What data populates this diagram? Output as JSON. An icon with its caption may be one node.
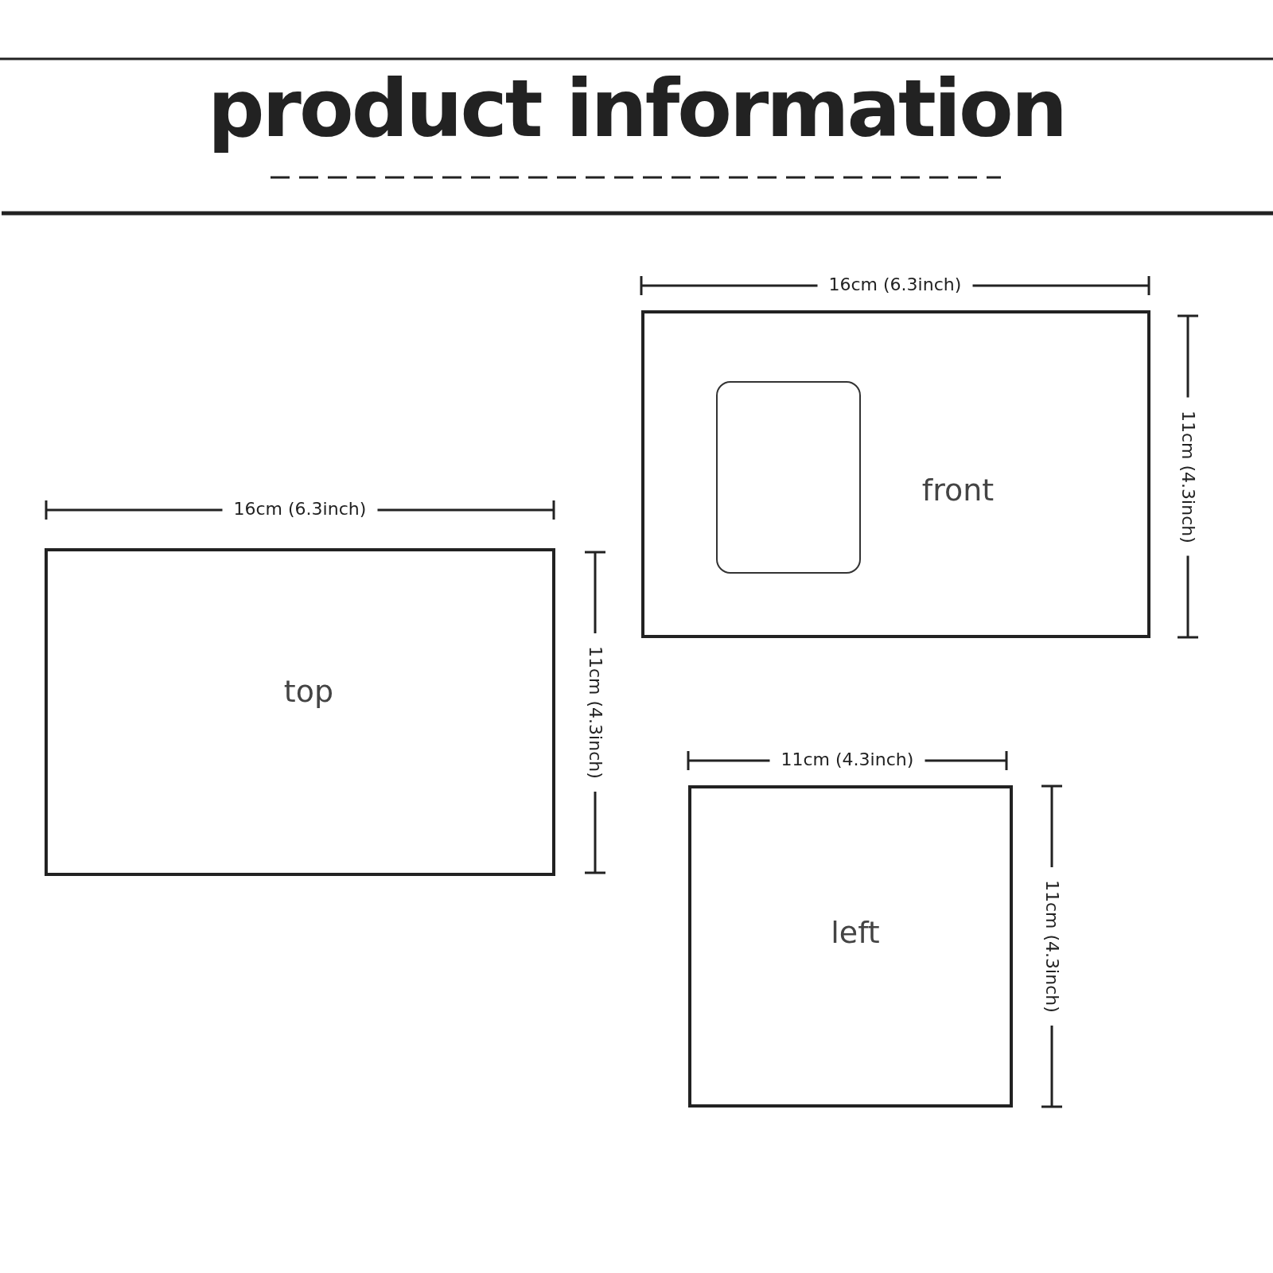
{
  "diagram": {
    "title": "product information",
    "nodes": [
      {
        "text": [
          "front"
        ]
      },
      {
        "text": [],
        "shape": "box",
        "in": 0
      },
      {
        "text": [
          "top"
        ]
      },
      {
        "text": [
          "left"
        ]
      }
    ],
    "labels": [
      "16cm (6.3inch)",
      "11cm (4.3inch)",
      "16cm (6.3inch)",
      "11cm (4.3inch)",
      "11cm (4.3inch)",
      "11cm (4.3inch)"
    ]
  }
}
